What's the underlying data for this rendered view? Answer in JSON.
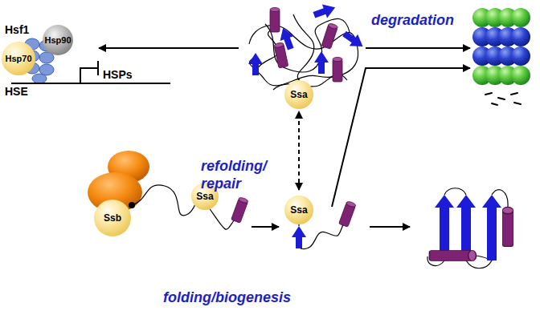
{
  "diagram": {
    "nodes": [
      {
        "text": [
          "Hsf1"
        ]
      },
      {
        "text": [
          "Hsp70"
        ],
        "in": 0
      },
      {
        "text": [
          "Hsp90"
        ],
        "in": 0
      },
      {
        "text": [
          "Ssa"
        ]
      },
      {
        "text": [
          "Ssb",
          "Ssa"
        ]
      },
      {
        "text": [
          "Ssa"
        ]
      }
    ],
    "edges": [
      {
        "from": 3,
        "to": 0,
        "arrow": "to"
      },
      {
        "from": 5,
        "to": 3,
        "label": "refolding/ repair",
        "arrow": "both"
      },
      {
        "from": 4,
        "to": 5,
        "arrow": "to"
      }
    ],
    "labels": [
      "HSE",
      "HSPs",
      "degradation",
      "folding/biogenesis"
    ]
  }
}
